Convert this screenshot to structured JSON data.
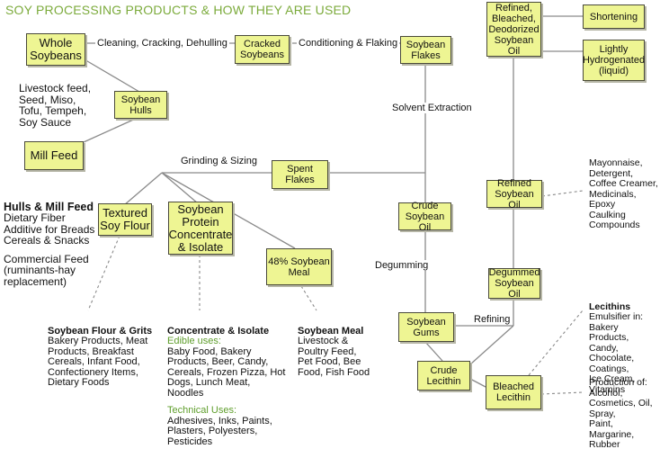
{
  "title": "SOY PROCESSING PRODUCTS & HOW THEY ARE USED",
  "nodes": {
    "whole_soybeans": "Whole Soybeans",
    "cracked_soybeans": "Cracked Soybeans",
    "soybean_flakes": "Soybean Flakes",
    "soybean_hulls": "Soybean Hulls",
    "mill_feed": "Mill Feed",
    "spent_flakes": "Spent Flakes",
    "textured_soy_flour": "Textured Soy Flour",
    "soy_protein": "Soybean Protein Concentrate & Isolate",
    "soybean_meal": "48% Soybean Meal",
    "crude_soybean_oil": "Crude Soybean Oil",
    "soybean_gums": "Soybean Gums",
    "crude_lecithin": "Crude Lecithin",
    "bleached_lecithin": "Bleached Lecithin",
    "degummed_soybean_oil": "Degummed Soybean Oil",
    "refined_soybean_oil": "Refined Soybean Oil",
    "rbd_soybean_oil": "Refined, Bleached, Deodorized Soybean Oil",
    "shortening": "Shortening",
    "lightly_hydrogenated": "Lightly Hydrogenated (liquid)"
  },
  "edges": {
    "cleaning": "Cleaning, Cracking, Dehulling",
    "conditioning": "Conditioning & Flaking",
    "solvent": "Solvent Extraction",
    "grinding": "Grinding & Sizing",
    "degumming": "Degumming",
    "refining": "Refining"
  },
  "notes": {
    "whole_soybeans_uses": "Livestock feed,\nSeed, Miso,\nTofu, Tempeh,\nSoy Sauce",
    "hulls_title": "Hulls & Mill Feed",
    "hulls_body": "Dietary Fiber\nAdditive for Breads\nCereals & Snacks",
    "commercial_feed": "Commercial Feed\n(ruminants-hay\nreplacement)",
    "flour_title": "Soybean Flour & Grits",
    "flour_body": "Bakery Products, Meat\nProducts, Breakfast\nCereals, Infant Food,\nConfectionery Items,\nDietary Foods",
    "concentrate_title": "Concentrate & Isolate",
    "edible_label": "Edible uses:",
    "edible_body": "Baby Food, Bakery\nProducts, Beer, Candy,\nCereals, Frozen Pizza, Hot\nDogs, Lunch Meat,\nNoodles",
    "technical_label": "Technical Uses:",
    "technical_body": "Adhesives, Inks, Paints,\nPlasters, Polyesters,\nPesticides",
    "meal_title": "Soybean Meal",
    "meal_body": "Livestock &\nPoultry Feed,\nPet Food, Bee\nFood, Fish Food",
    "refined_oil_uses": "Mayonnaise,\nDetergent,\nCoffee Creamer,\nMedicinals,\nEpoxy\nCaulking\nCompounds",
    "lecithins_title": "Lecithins",
    "lecithins_intro": "Emulsifier in:",
    "lecithins_body": "Bakery Products,\nCandy, Chocolate,\nCoatings,\nIce Cream,\nVitamins",
    "lecithin_production": "Production of:\nAlcohol,\nCosmetics, Oil,\nSpray,\nPaint, Margarine,\nRubber"
  },
  "colors": {
    "title": "#7cab3c",
    "box_fill": "#eef593",
    "box_border": "#4a4a3a",
    "box_shadow": "#b6b6a6",
    "line": "#8a8a8a",
    "sub_label": "#5f9e2c"
  }
}
